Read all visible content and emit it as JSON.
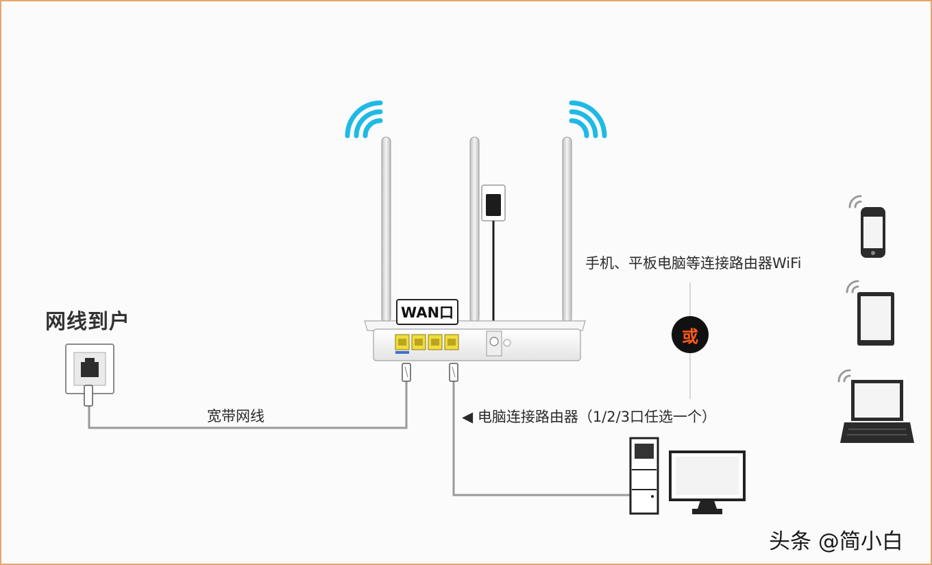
{
  "labels": {
    "home_network": "网线到户",
    "broadband_cable": "宽带网线",
    "wifi_devices": "手机、平板电脑等连接路由器WiFi",
    "pc_connection": "◀ 电脑连接路由器（1/2/3口任选一个）",
    "wan_port": "WAN口",
    "or": "或"
  },
  "watermark": "头条 @简小白",
  "colors": {
    "wifi_signal": "#1fb9e6",
    "lan_ports": "#f0dc3c",
    "or_text": "#ff5a1a",
    "border": "#e8a46a",
    "cable": "#9a9a9a"
  },
  "icons": [
    "wifi-signal-icon",
    "router",
    "wall-socket",
    "phone",
    "tablet",
    "laptop",
    "desktop-tower",
    "monitor"
  ]
}
